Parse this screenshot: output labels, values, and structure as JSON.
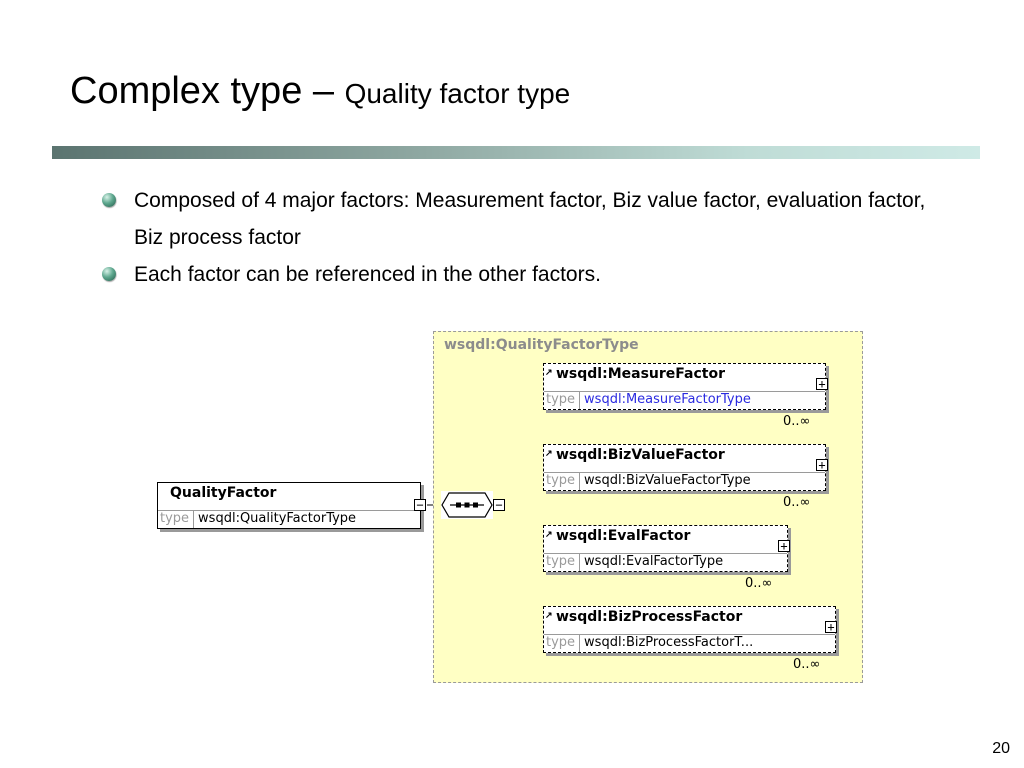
{
  "slide": {
    "title_main": "Complex type –",
    "title_sub": "Quality factor type",
    "page_number": "20",
    "bullets": [
      "Composed of 4 major factors: Measurement factor, Biz value factor, evaluation factor, Biz process factor",
      "Each factor can be referenced in the other factors."
    ]
  },
  "diagram": {
    "container_label": "wsqdl:QualityFactorType",
    "root": {
      "name": "QualityFactor",
      "type_key": "type",
      "type_value": "wsqdl:QualityFactorType"
    },
    "children": [
      {
        "name": "wsqdl:MeasureFactor",
        "type_key": "type",
        "type_value": "wsqdl:MeasureFactorType",
        "cardinality": "0..∞"
      },
      {
        "name": "wsqdl:BizValueFactor",
        "type_key": "type",
        "type_value": "wsqdl:BizValueFactorType",
        "cardinality": "0..∞"
      },
      {
        "name": "wsqdl:EvalFactor",
        "type_key": "type",
        "type_value": "wsqdl:EvalFactorType",
        "cardinality": "0..∞"
      },
      {
        "name": "wsqdl:BizProcessFactor",
        "type_key": "type",
        "type_value": "wsqdl:BizProcessFactorT...",
        "cardinality": "0..∞"
      }
    ],
    "colors": {
      "container_fill": "#ffffc4",
      "link_text": "#2a2ae0",
      "label_gray": "#8c8c8c"
    }
  }
}
